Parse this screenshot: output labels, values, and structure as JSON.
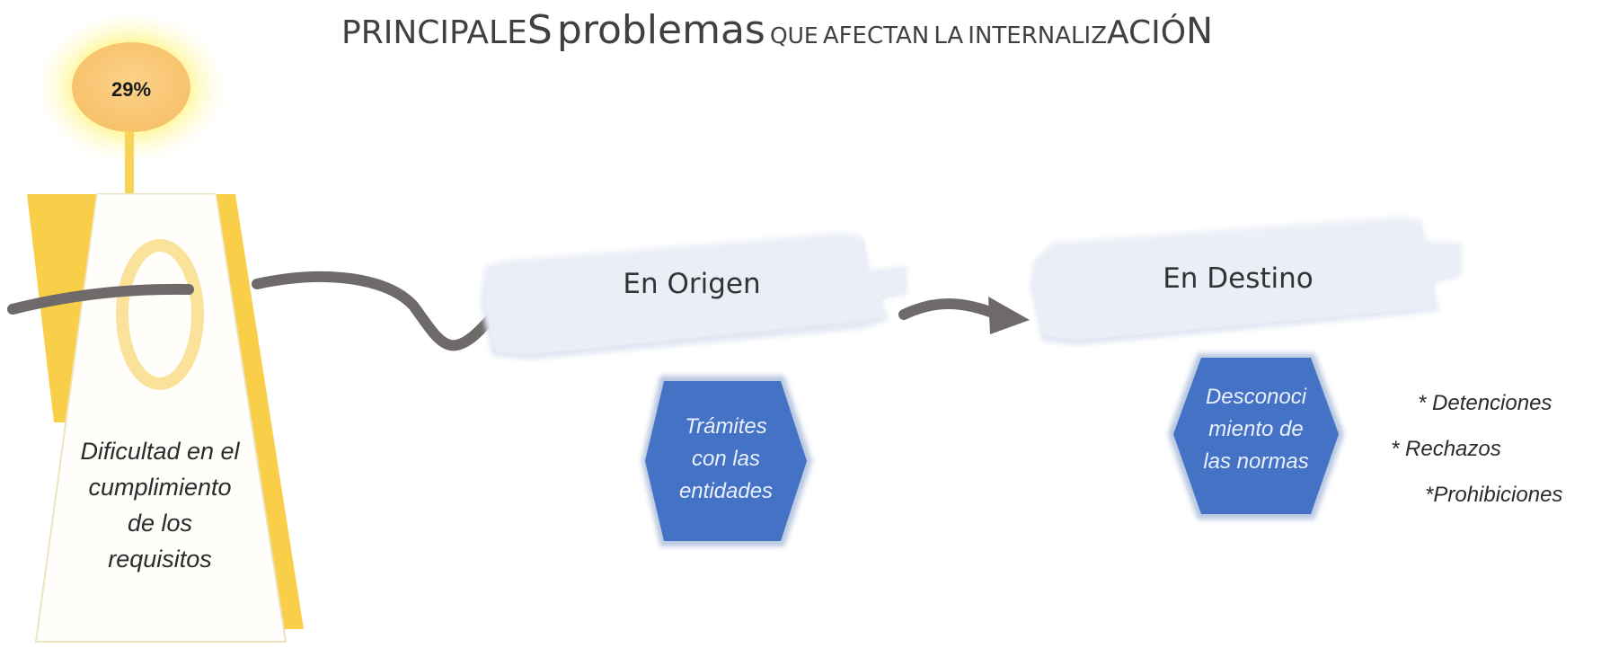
{
  "title": {
    "words": [
      "Principales",
      "problemas",
      "que",
      "afectan",
      "la",
      "internalizació",
      "n"
    ],
    "display": [
      "PRINCIPALE",
      "S",
      "problemas",
      "QUE",
      "AFECTAN",
      "LA",
      "INTE",
      "RNALIZ",
      "ACIÓ",
      "N"
    ]
  },
  "lamp": {
    "percentage": "29%",
    "text_lines": [
      "Dificultad en el",
      "cumplimiento",
      "de los",
      "requisitos"
    ]
  },
  "stages": {
    "origin": {
      "label": "En Origen",
      "hexagon_lines": [
        "Trámites",
        "con las",
        "entidades"
      ]
    },
    "destination": {
      "label": "En Destino",
      "hexagon_lines": [
        "Desconoci",
        "miento de",
        "las normas"
      ]
    }
  },
  "destination_notes": [
    "* Detenciones",
    "* Rechazos",
    "*Prohibiciones"
  ],
  "colors": {
    "lamp_yellow": "#f9cf4a",
    "lamp_glow": "#fff3a0",
    "hexagon_blue": "#4472c4",
    "connector_gray": "#6e6a6a",
    "banner_fill": "#e6ebf5",
    "title_gray": "#404040"
  }
}
